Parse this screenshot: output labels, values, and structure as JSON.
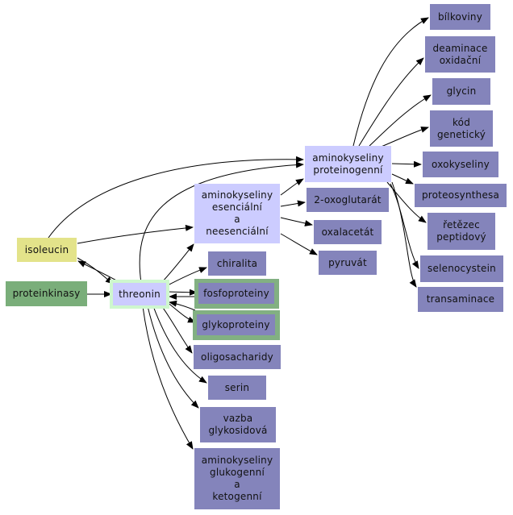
{
  "colors": {
    "node_default": "#8484bb",
    "node_light": "#ccccff",
    "node_yellow": "#e3e38a",
    "node_green": "#7aae7a",
    "frame_green": "#82b082",
    "frame_light": "#cef7ce",
    "edge": "#000000"
  },
  "nodes": {
    "bilkoviny": [
      "bílkoviny"
    ],
    "deaminace": [
      "deaminace",
      "oxidační"
    ],
    "glycin": [
      "glycin"
    ],
    "kod": [
      "kód",
      "genetický"
    ],
    "oxokyseliny": [
      "oxokyseliny"
    ],
    "proteosynthesa": [
      "proteosynthesa"
    ],
    "retezec": [
      "řetězec",
      "peptidový"
    ],
    "selenocystein": [
      "selenocystein"
    ],
    "transaminace": [
      "transaminace"
    ],
    "amk_proteino": [
      "aminokyseliny",
      "proteinogenní"
    ],
    "amk_esencialni": [
      "aminokyseliny",
      "esenciální",
      "a",
      "neesenciální"
    ],
    "oxoglutarat": [
      "2-oxoglutarát"
    ],
    "oxalacetat": [
      "oxalacetát"
    ],
    "pyruvat": [
      "pyruvát"
    ],
    "isoleucin": [
      "isoleucin"
    ],
    "proteinkinasy": [
      "proteinkinasy"
    ],
    "threonin": [
      "threonin"
    ],
    "chiralita": [
      "chiralita"
    ],
    "fosfoproteiny": [
      "fosfoproteiny"
    ],
    "glykoproteiny": [
      "glykoproteiny"
    ],
    "oligosacharidy": [
      "oligosacharidy"
    ],
    "serin": [
      "serin"
    ],
    "vazba": [
      "vazba",
      "glykosidová"
    ],
    "amk_gluko": [
      "aminokyseliny",
      "glukogenní",
      "a",
      "ketogenní"
    ]
  }
}
